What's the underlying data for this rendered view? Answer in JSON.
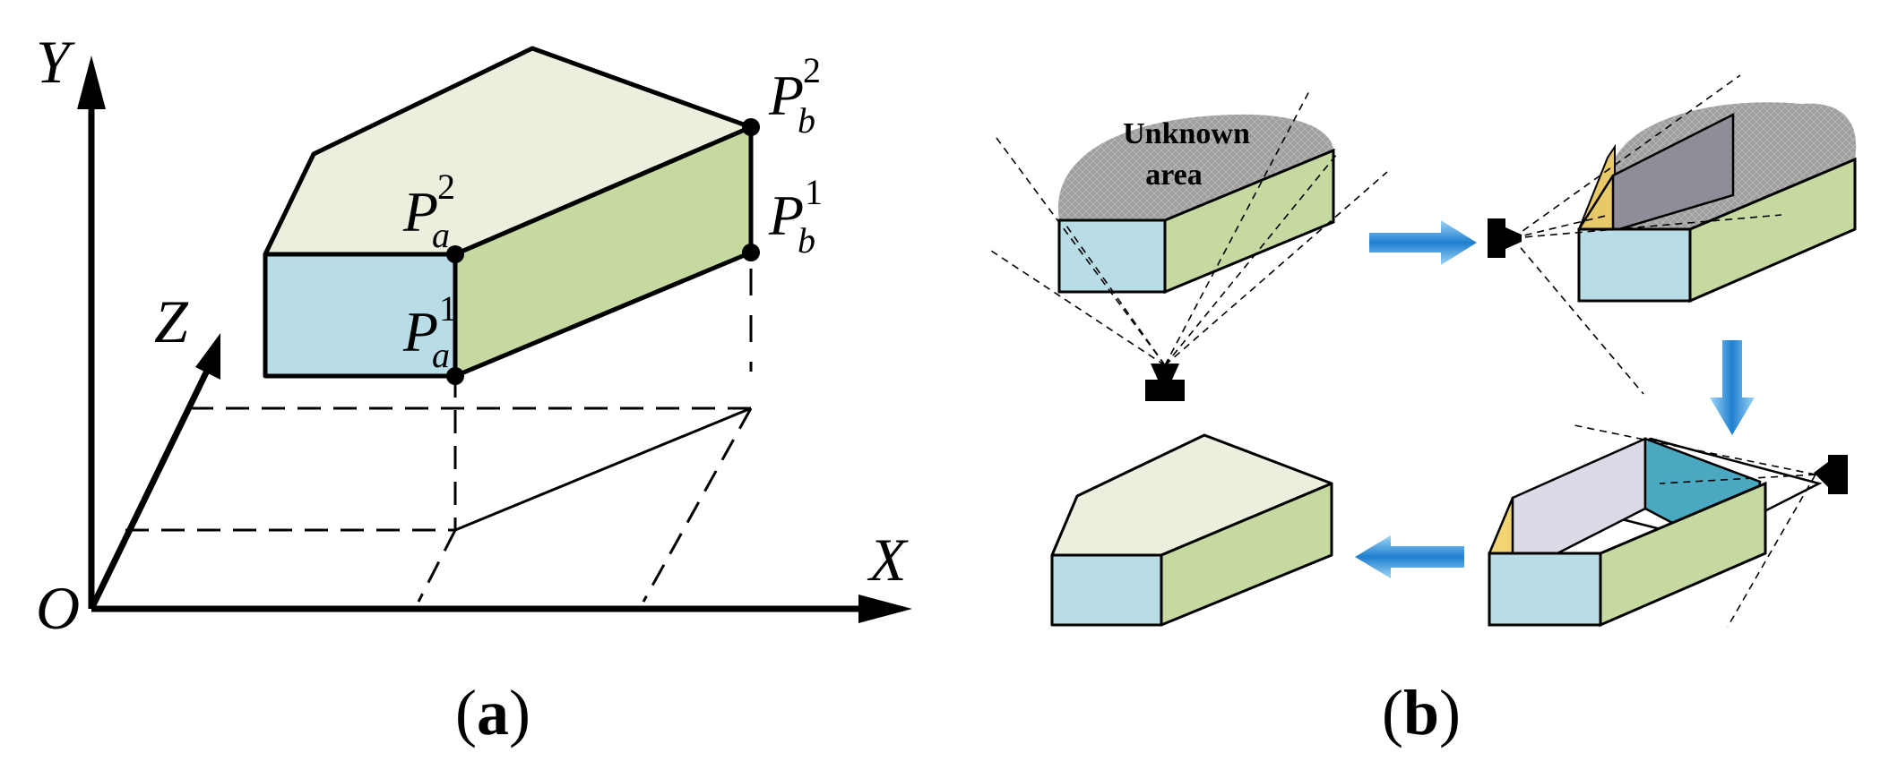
{
  "panel_a": {
    "axes": {
      "x": "X",
      "y": "Y",
      "z": "Z",
      "origin": "O"
    },
    "points": {
      "pa2": {
        "base": "P",
        "sub": "a",
        "sup": "2"
      },
      "pa1": {
        "base": "P",
        "sub": "a",
        "sup": "1"
      },
      "pb2": {
        "base": "P",
        "sub": "b",
        "sup": "2"
      },
      "pb1": {
        "base": "P",
        "sub": "b",
        "sup": "1"
      }
    },
    "label": {
      "open": "(",
      "letter": "a",
      "close": ")"
    }
  },
  "panel_b": {
    "unknown_area": {
      "line1": "Unknown",
      "line2": "area"
    },
    "label": {
      "open": "(",
      "letter": "b",
      "close": ")"
    }
  },
  "colors": {
    "front_face": "#b9dde6",
    "side_face": "#c5d9a1",
    "top_face": "#ebf0de",
    "unknown_area": "#a0a0a0",
    "inner_wall": "#ddd9e6",
    "inner_teal": "#4aa8c0",
    "inner_yellow": "#f2d472",
    "arrow": "#2f8fd4"
  }
}
